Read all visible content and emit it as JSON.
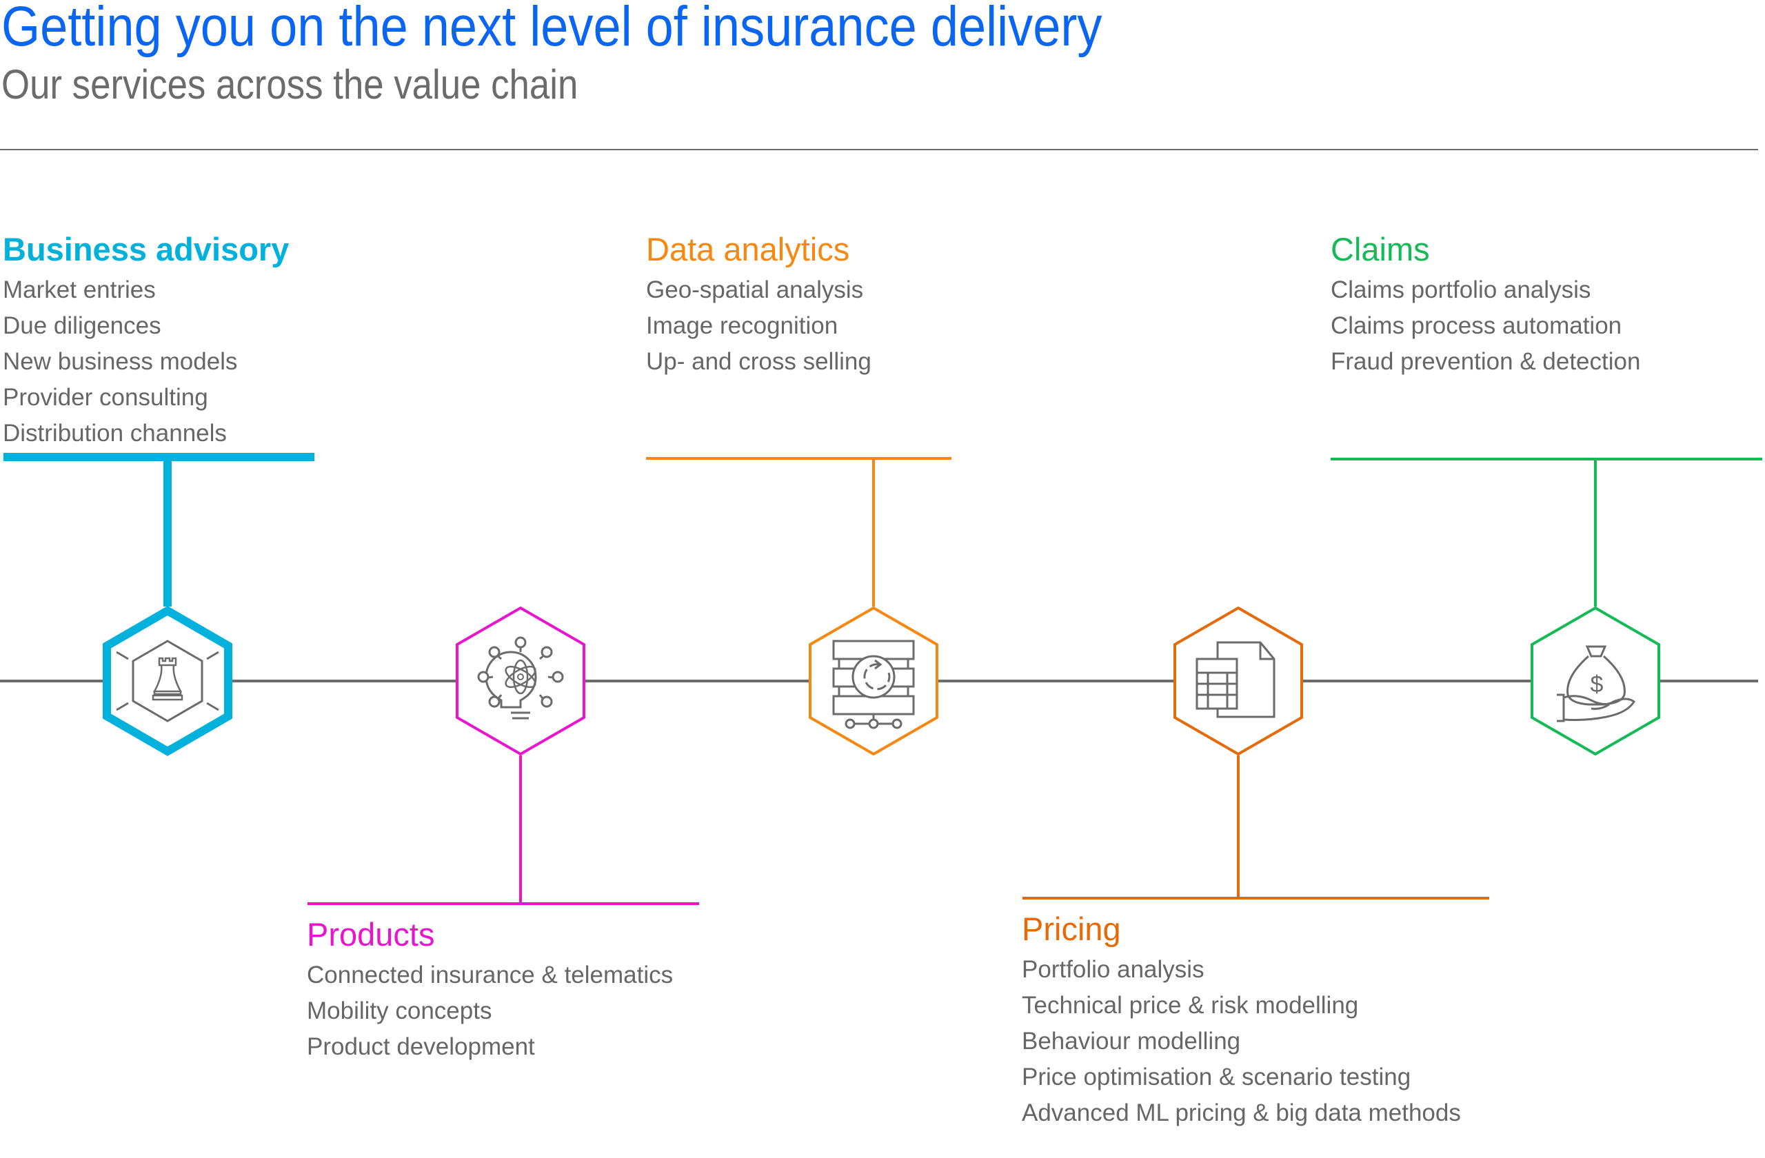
{
  "header": {
    "title": "Getting you on the next level of insurance delivery",
    "subtitle": "Our services across the value chain"
  },
  "colors": {
    "title": "#0A66F0",
    "subtitle": "#6B6B6B",
    "axis": "#6B6B6B",
    "icon": "#6B6B6B",
    "text": "#666666"
  },
  "services": [
    {
      "id": "business-advisory",
      "title": "Business advisory",
      "color": "#00B2DB",
      "bold": true,
      "position": "above",
      "icon": "chess-rook-icon",
      "items": [
        "Market entries",
        "Due diligences",
        "New business models",
        "Provider consulting",
        "Distribution channels"
      ]
    },
    {
      "id": "products",
      "title": "Products",
      "color": "#E815CE",
      "bold": false,
      "position": "below",
      "icon": "lightbulb-atom-icon",
      "items": [
        "Connected insurance & telematics",
        "Mobility concepts",
        "Product development"
      ]
    },
    {
      "id": "data-analytics",
      "title": "Data analytics",
      "color": "#F7870F",
      "bold": false,
      "position": "above",
      "icon": "database-sync-icon",
      "items": [
        "Geo-spatial analysis",
        "Image recognition",
        "Up- and cross selling"
      ]
    },
    {
      "id": "pricing",
      "title": "Pricing",
      "color": "#E46A0A",
      "bold": false,
      "position": "below",
      "icon": "spreadsheet-document-icon",
      "items": [
        "Portfolio analysis",
        "Technical price & risk modelling",
        "Behaviour modelling",
        "Price optimisation & scenario testing",
        "Advanced ML pricing & big data methods"
      ]
    },
    {
      "id": "claims",
      "title": "Claims",
      "color": "#14BA56",
      "bold": false,
      "position": "above",
      "icon": "money-bag-hand-icon",
      "items": [
        "Claims portfolio analysis",
        "Claims process automation",
        "Fraud prevention & detection"
      ]
    }
  ]
}
